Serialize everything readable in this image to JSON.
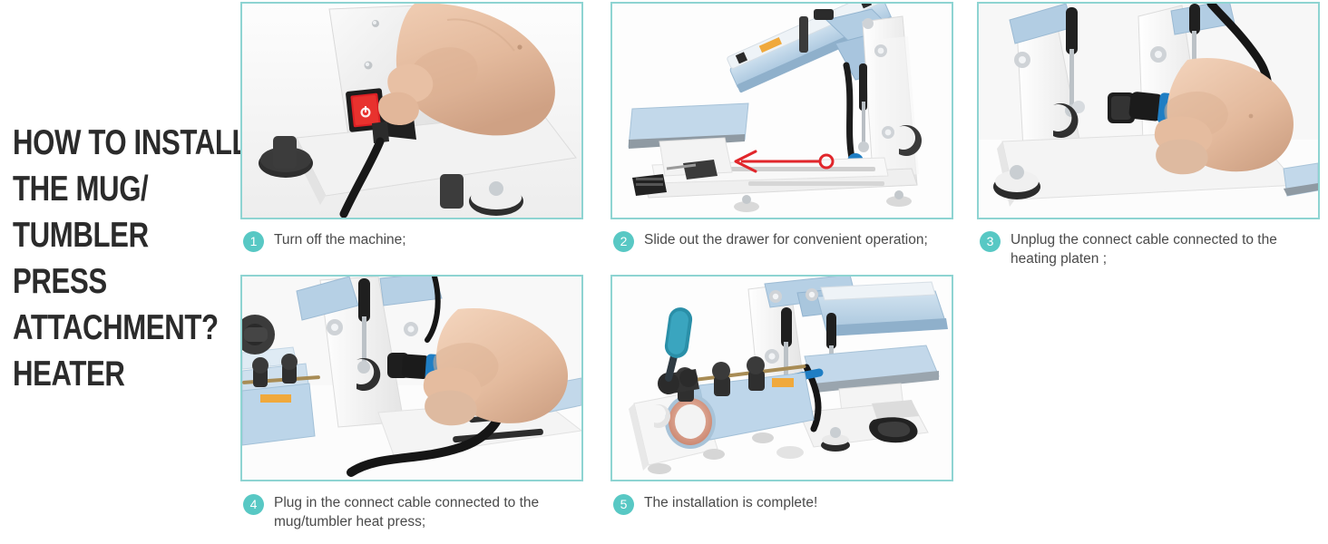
{
  "title": {
    "lines": [
      "HOW TO INSTALL",
      "THE MUG/",
      "TUMBLER",
      "PRESS",
      "ATTACHMENT?",
      "HEATER"
    ],
    "color": "#2b2b2b"
  },
  "theme": {
    "accent_teal": "#58c8c4",
    "border_teal": "#8ed4d2",
    "caption_text": "#4a4a4a",
    "arrow_red": "#e1262b",
    "machine_blue": "#b9d3e8",
    "switch_red": "#e1262b",
    "connector_blue": "#1f7ec4"
  },
  "steps": [
    {
      "number": "1",
      "text": "Turn off the machine;",
      "image_alt": "hand-pressing-red-power-switch-on-heat-press"
    },
    {
      "number": "2",
      "text": "Slide out the drawer for convenient operation;",
      "image_alt": "heat-press-side-view-with-red-arrow-pointing-left-to-slide-drawer-out"
    },
    {
      "number": "3",
      "text": "Unplug the connect cable connected to the heating platen ;",
      "image_alt": "hand-unplugging-blue-connector-cable-from-heating-platen"
    },
    {
      "number": "4",
      "text": "Plug in the connect cable connected to the mug/tumbler heat press;",
      "image_alt": "hand-plugging-blue-connector-cable-into-mug-tumbler-heat-press"
    },
    {
      "number": "5",
      "text": "The installation is complete!",
      "image_alt": "completed-installation-mug-tumbler-press-attachment-beside-heat-press"
    }
  ]
}
